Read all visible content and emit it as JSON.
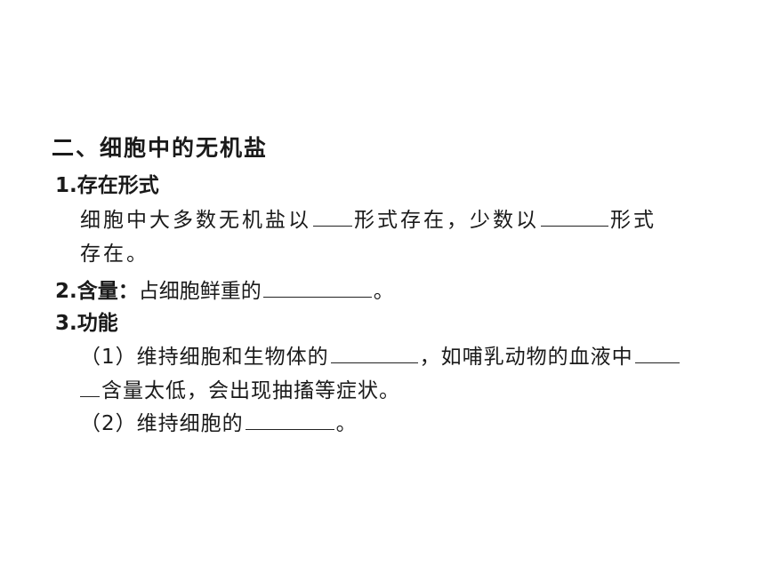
{
  "section": {
    "title": "二、细胞中的无机盐"
  },
  "item1": {
    "heading": "1.存在形式",
    "line1_a": "细胞中大多数无机盐以",
    "line1_b": "形式存在，少数以",
    "line1_c": "形式",
    "line2": "存在。"
  },
  "item2": {
    "heading": "2.含量：",
    "text_a": "占细胞鲜重的",
    "text_b": "。"
  },
  "item3": {
    "heading": "3.功能",
    "p1_a": "（1）维持细胞和生物体的",
    "p1_b": "，如哺乳动物的血液中",
    "p1_c": "含量太低，会出现抽搐等症状。",
    "p2_a": "（2）维持细胞的",
    "p2_b": "。"
  }
}
